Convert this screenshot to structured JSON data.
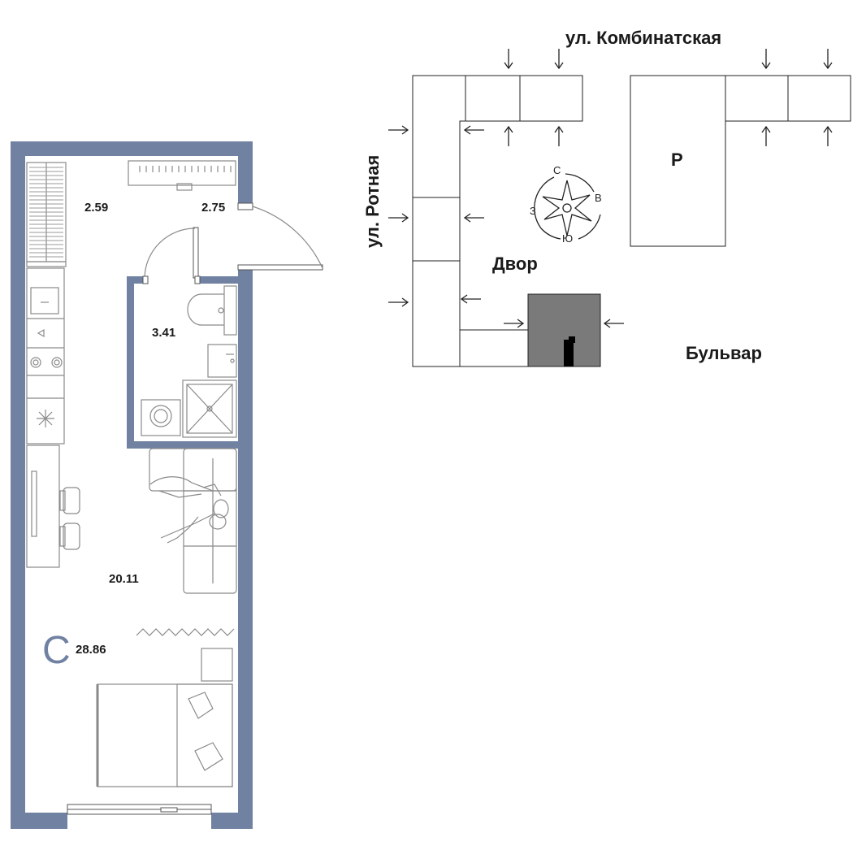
{
  "colors": {
    "wall": "#7181a2",
    "building_highlight": "#7a7a7a",
    "line": "#222222",
    "furniture": "#8a8a8a"
  },
  "apartment": {
    "type_letter": "С",
    "total_area": "28.86",
    "rooms": [
      {
        "id": "wardrobe",
        "area": "2.59"
      },
      {
        "id": "hall",
        "area": "2.75"
      },
      {
        "id": "bathroom",
        "area": "3.41"
      },
      {
        "id": "living",
        "area": "20.11"
      }
    ]
  },
  "site_plan": {
    "street_top": "ул. Комбинатская",
    "street_left": "ул. Ротная",
    "courtyard": "Двор",
    "boulevard": "Бульвар",
    "parking": "Р",
    "compass": {
      "north": "С",
      "east": "В",
      "south": "Ю",
      "west": "З"
    }
  }
}
